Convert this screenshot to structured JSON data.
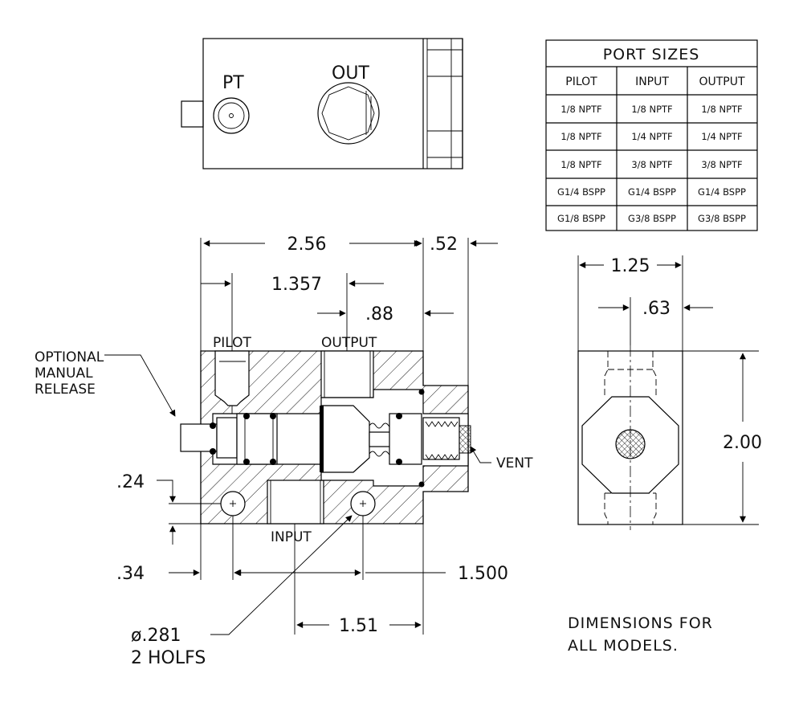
{
  "top_view": {
    "pt_label": "PT",
    "out_label": "OUT"
  },
  "port_sizes_table": {
    "title": "PORT SIZES",
    "headers": [
      "PILOT",
      "INPUT",
      "OUTPUT"
    ],
    "rows": [
      [
        "1/8 NPTF",
        "1/8 NPTF",
        "1/8 NPTF"
      ],
      [
        "1/8 NPTF",
        "1/4 NPTF",
        "1/4 NPTF"
      ],
      [
        "1/8 NPTF",
        "3/8 NPTF",
        "3/8 NPTF"
      ],
      [
        "G1/4 BSPP",
        "G1/4 BSPP",
        "G1/4 BSPP"
      ],
      [
        "G1/8 BSPP",
        "G3/8 BSPP",
        "G3/8 BSPP"
      ]
    ]
  },
  "section_view": {
    "dimensions": {
      "overall_length": "2.56",
      "cap_length": ".52",
      "pilot_to_output": "1.357",
      "output_to_body": ".88",
      "hole_height": ".24",
      "hole_edge": ".34",
      "hole_spacing": "1.500",
      "input_offset": "1.51"
    },
    "labels": {
      "pilot": "PILOT",
      "output": "OUTPUT",
      "input": "INPUT",
      "vent": "VENT",
      "manual_release_1": "OPTIONAL",
      "manual_release_2": "MANUAL",
      "manual_release_3": "RELEASE",
      "hole_dia": "ø.281",
      "hole_count": "2 HOLFS"
    }
  },
  "end_view": {
    "dimensions": {
      "width": "1.25",
      "center": ".63",
      "height": "2.00"
    }
  },
  "notes": {
    "line1": "DIMENSIONS FOR",
    "line2": "ALL MODELS."
  }
}
